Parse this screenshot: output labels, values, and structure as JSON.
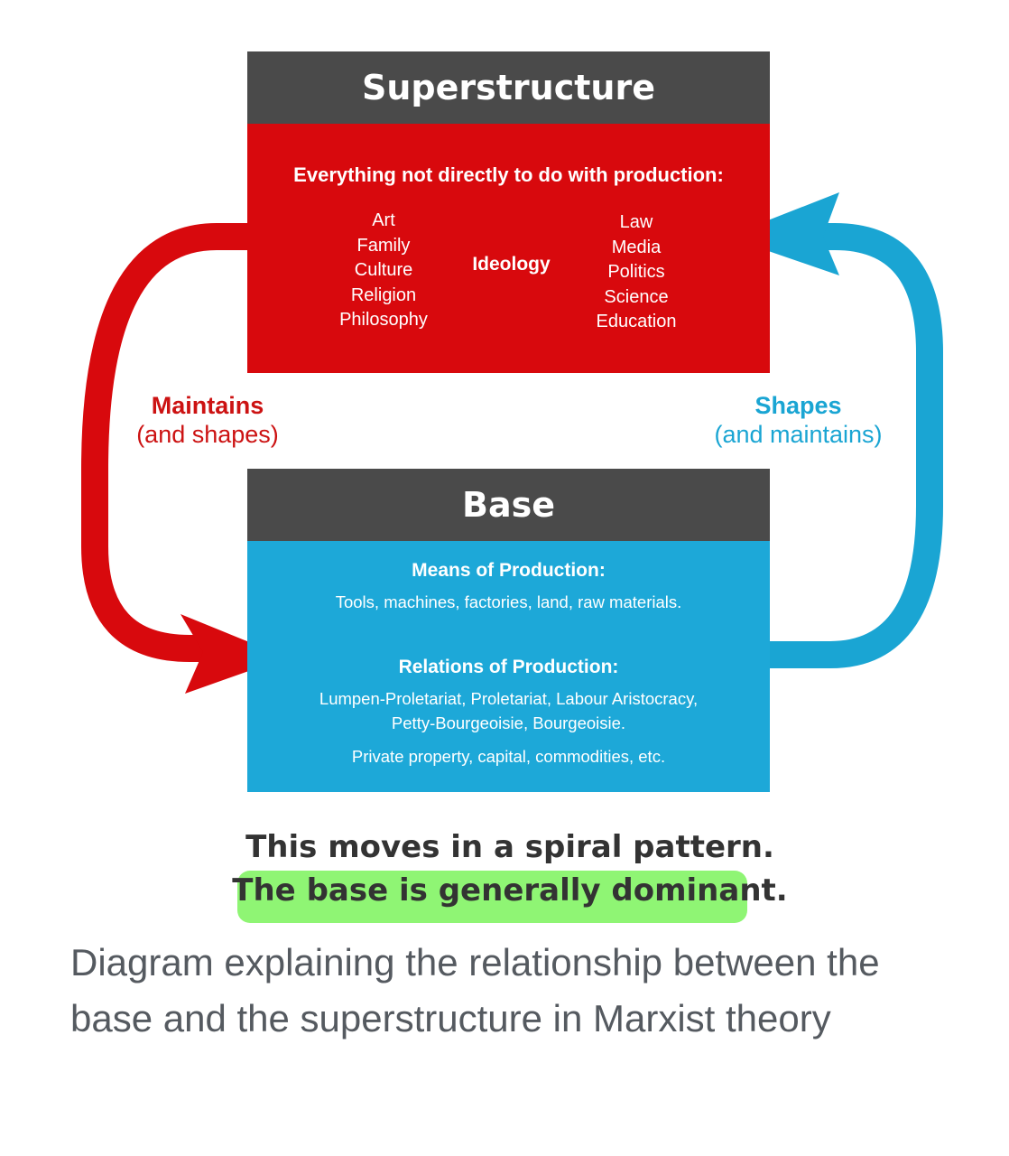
{
  "superstructure": {
    "title": "Superstructure",
    "lead": "Everything not directly to do with production:",
    "left_items": [
      "Art",
      "Family",
      "Culture",
      "Religion",
      "Philosophy"
    ],
    "center": "Ideology",
    "right_items": [
      "Law",
      "Media",
      "Politics",
      "Science",
      "Education"
    ]
  },
  "base": {
    "title": "Base",
    "means_heading": "Means of Production:",
    "means_text": "Tools, machines, factories, land, raw materials.",
    "relations_heading": "Relations of Production:",
    "relations_line1": "Lumpen-Proletariat, Proletariat, Labour Aristocracy,",
    "relations_line2": "Petty-Bourgeoisie, Bourgeoisie.",
    "relations_line3": "Private property, capital, commodities, etc."
  },
  "arrows": {
    "left": {
      "title": "Maintains",
      "subtitle": "(and shapes)",
      "color": "#cc1212"
    },
    "right": {
      "title": "Shapes",
      "subtitle": "(and maintains)",
      "color": "#1aa5d3"
    }
  },
  "bottom": {
    "line1": "This moves in a spiral pattern.",
    "line2": "The base is generally dominant.",
    "highlight_color": "#8ff574"
  },
  "caption": "Diagram explaining the relationship between the base and the superstructure in Marxist theory"
}
